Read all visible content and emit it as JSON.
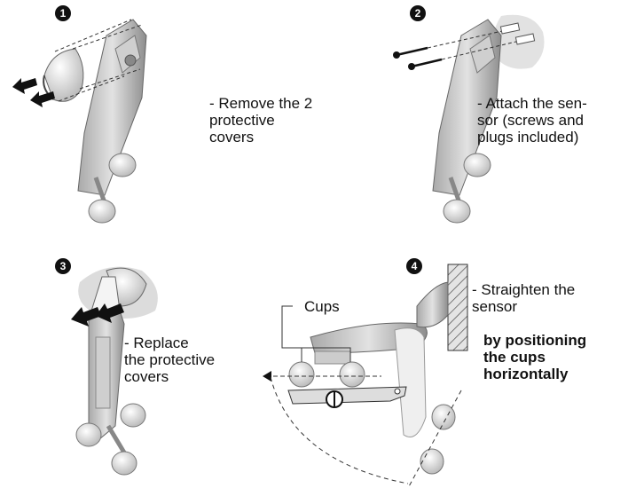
{
  "steps": [
    {
      "number": "1",
      "caption": "- Remove the 2\n  protective\n  covers"
    },
    {
      "number": "2",
      "caption": "- Attach the sen-\n  sor (screws and\n  plugs included)"
    },
    {
      "number": "3",
      "caption": "- Replace\n  the protective\n  covers"
    },
    {
      "number": "4",
      "caption_plain": "- Straighten the\n  sensor",
      "caption_bold": "by positioning\nthe cups\nhorizontally",
      "cups_label": "Cups"
    }
  ],
  "colors": {
    "badge": "#111111",
    "sensor_body": "#d8d8d8",
    "sensor_shadow": "#9c9c9c",
    "wall": "#dddddd",
    "arrow": "#111111"
  }
}
